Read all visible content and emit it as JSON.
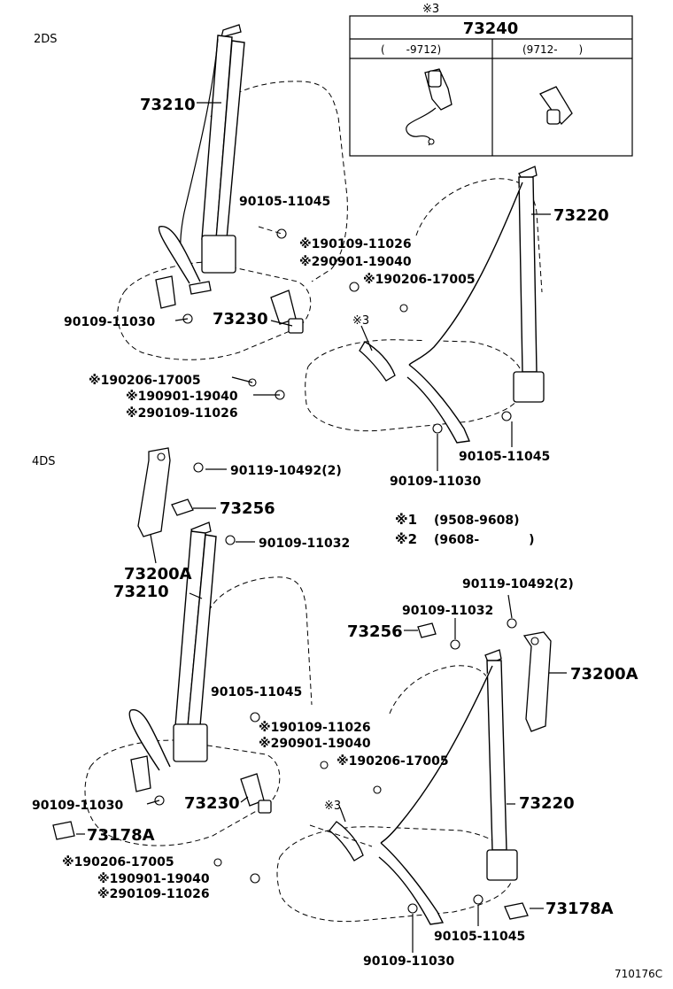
{
  "sections": {
    "top": "2DS",
    "bottom": "4DS"
  },
  "inset": {
    "mark": "※3",
    "part_no": "73240",
    "col_left": "(　　-9712)",
    "col_right": "(9712-　　)"
  },
  "notes": {
    "n1_mark": "※1",
    "n1_text": "(9508-9608)",
    "n2_mark": "※2",
    "n2_text": "(9608-　　　　)"
  },
  "labels_2ds": {
    "p73210": "73210",
    "p73220": "73220",
    "p73230": "73230",
    "b90105_left": "90105-11045",
    "b90105_right": "90105-11045",
    "b90109_11026_top": "※190109-11026",
    "b90901_19040_top": "※290901-19040",
    "w90206_right": "※190206-17005",
    "b90109_11030_left": "90109-11030",
    "w90206_left": "※190206-17005",
    "b90901_19040_left": "※190901-19040",
    "b90109_11026_left": "※290109-11026",
    "mark3": "※3",
    "b90109_11030_right": "90109-11030"
  },
  "labels_4ds": {
    "b90119_left": "90119-10492(2)",
    "p73256_left": "73256",
    "b90109_11032_left": "90109-11032",
    "p73200A_left": "73200A",
    "p73210": "73210",
    "b90119_right": "90119-10492(2)",
    "b90109_11032_right": "90109-11032",
    "p73256_right": "73256",
    "p73200A_right": "73200A",
    "b90105_left": "90105-11045",
    "b90109_11026": "※190109-11026",
    "b90901_19040": "※290901-19040",
    "w90206_right": "※190206-17005",
    "b90109_11030_left": "90109-11030",
    "p73230": "73230",
    "p73220": "73220",
    "p73178A_left": "73178A",
    "mark3": "※3",
    "w90206_left": "※190206-17005",
    "b90901_19040_left": "※190901-19040",
    "b90109_11026_left": "※290109-11026",
    "p73178A_right": "73178A",
    "b90105_right": "90105-11045",
    "b90109_11030_right": "90109-11030"
  },
  "footer": {
    "fig_id": "710176C"
  }
}
